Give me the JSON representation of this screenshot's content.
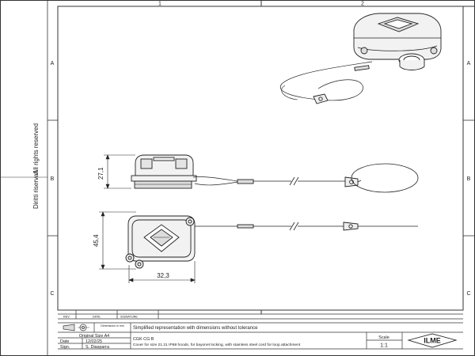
{
  "grid": {
    "columns": [
      "1",
      "2"
    ],
    "rows": [
      "A",
      "B",
      "C"
    ]
  },
  "side_text": {
    "rights_it": "Diritti riservati",
    "rights_en": "All rights reserved"
  },
  "dimensions": {
    "height_side": "27,1",
    "height_top": "45,4",
    "width_top": "32,3"
  },
  "title_block": {
    "rev_label": "REV.",
    "date_label": "DATE",
    "signature_label": "SIGNATURE",
    "projection_note": "Dimensions in mm",
    "simplified_note": "Simplified representation with dimensions without tolerance",
    "original_size_label": "Original Size A4",
    "date_field_label": "Date",
    "date_value": "12/02/25",
    "sign_field_label": "Sign.",
    "sign_value": "S. Diasparra",
    "part_code": "CGK CG B",
    "description": "Cover for size 21.21 IP68 hoods, for bayonet locking, with stainless steel cord for loop attachment",
    "scale_label": "Scale",
    "scale_value": "1:1",
    "logo_text": "ILME"
  },
  "colors": {
    "line": "#222222",
    "frame": "#333333",
    "body_fill": "#f2f2f2"
  }
}
